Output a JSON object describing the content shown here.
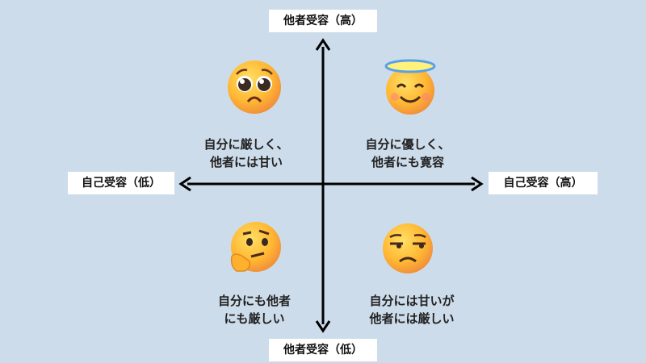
{
  "axes": {
    "top": "他者受容（高）",
    "bottom": "他者受容（低）",
    "left": "自己受容（低）",
    "right": "自己受容（高）"
  },
  "quadrants": {
    "top_left": {
      "line1": "自分に厳しく、",
      "line2": "他者には甘い",
      "icon": "pleading-face-icon"
    },
    "top_right": {
      "line1": "自分に優しく、",
      "line2": "他者にも寛容",
      "icon": "smiling-face-with-halo-icon"
    },
    "bottom_left": {
      "line1": "自分にも他者",
      "line2": "にも厳しい",
      "icon": "thinking-face-icon"
    },
    "bottom_right": {
      "line1": "自分には甘いが",
      "line2": "他者には厳しい",
      "icon": "unamused-face-icon"
    }
  }
}
